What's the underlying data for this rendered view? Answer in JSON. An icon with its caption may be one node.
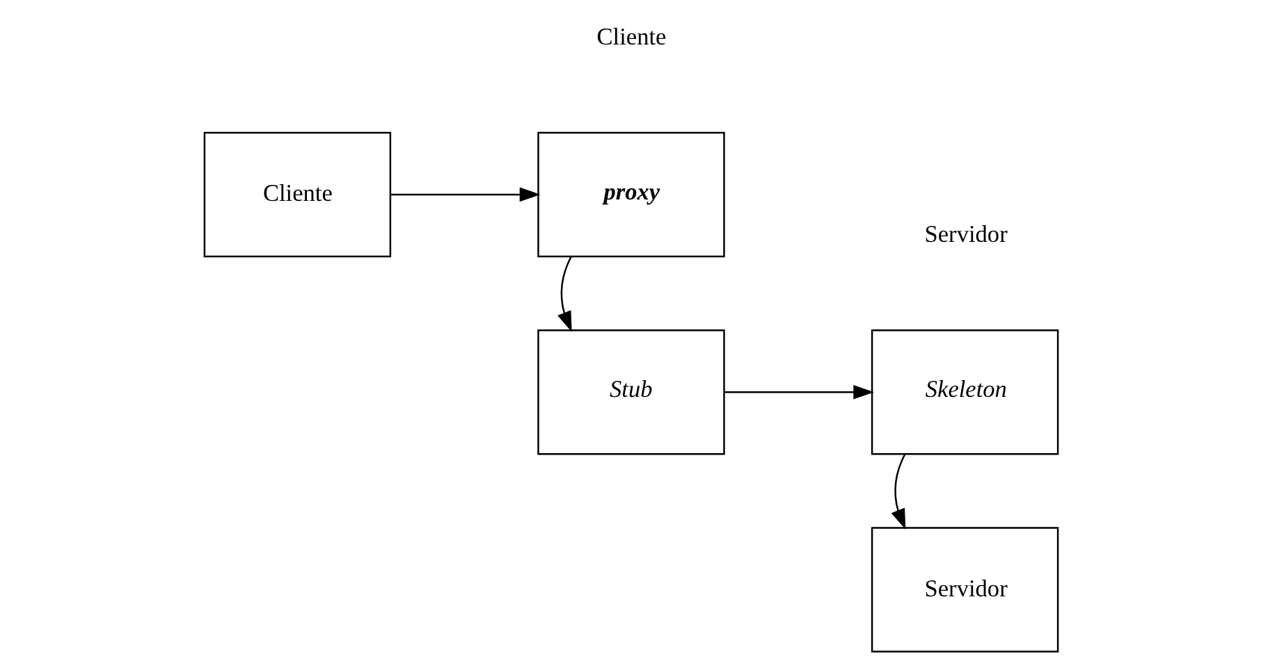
{
  "diagram": {
    "nodes": [
      {
        "text": [
          "Cliente"
        ]
      },
      {
        "text": [
          "proxy"
        ]
      },
      {
        "text": [
          "Stub"
        ]
      },
      {
        "text": [
          "Servidor"
        ]
      },
      {
        "text": [
          "Skeleton"
        ]
      }
    ],
    "edges": [
      {
        "from": 0,
        "to": 1,
        "arrow": "to"
      },
      {
        "from": 1,
        "to": 2,
        "arrow": "to"
      },
      {
        "from": 2,
        "to": 4,
        "arrow": "to"
      },
      {
        "from": 4,
        "to": 3,
        "arrow": "to"
      }
    ],
    "labels": [
      "Cliente",
      "Servidor"
    ]
  }
}
